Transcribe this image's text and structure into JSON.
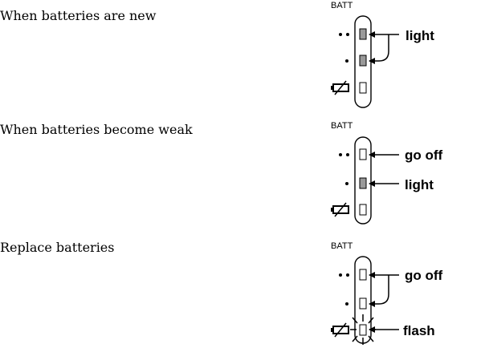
{
  "states": [
    {
      "title": "When batteries are new",
      "batt_label": "BATT",
      "indicators": [
        "lit",
        "lit",
        "off"
      ],
      "callouts": [
        "light"
      ]
    },
    {
      "title": "When batteries become weak",
      "batt_label": "BATT",
      "indicators": [
        "off",
        "lit",
        "off"
      ],
      "callouts": [
        "go off",
        "light"
      ]
    },
    {
      "title": "Replace batteries",
      "batt_label": "BATT",
      "indicators": [
        "off",
        "off",
        "flashing"
      ],
      "callouts": [
        "go off",
        "flash"
      ]
    }
  ],
  "colors": {
    "lit": "#999999",
    "off": "#ffffff",
    "stroke": "#000000"
  }
}
